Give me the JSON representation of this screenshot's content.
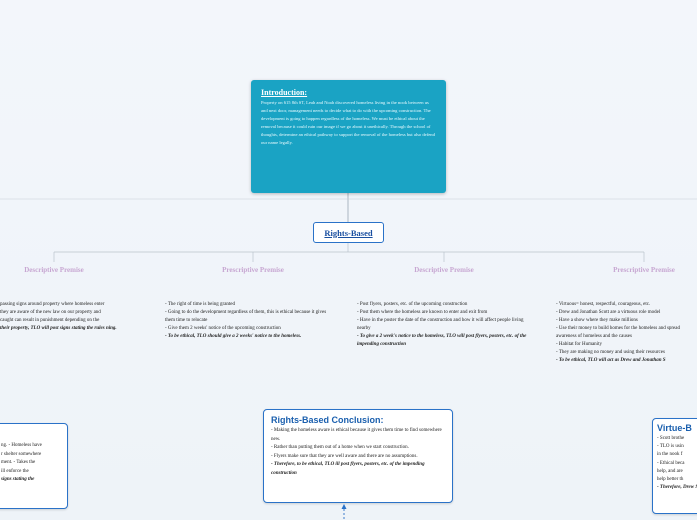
{
  "intro": {
    "title": "Introduction:",
    "body": "Property on 615 8th ST, Leah and Noah discovered homeless living in the nook between us and next door, management needs to decide what to do with the upcoming construction. The development is going to happen regardless of the homeless. We must be ethical about the removal because it could ruin our image if we go about it unethically. Through the school of thoughts, determine an ethical pathway to support the removal of the homeless but also defend our name legally."
  },
  "center_node": {
    "label": "Rights-Based"
  },
  "premises": [
    {
      "label": "Descriptive Premise",
      "lines": [
        "passing signs around property where homeless enter",
        "they are aware of the new law on our property and",
        "caught can result in punishment depending on the"
      ],
      "conclusion": "their property, TLO will post signs stating the rules ning."
    },
    {
      "label": "Prescriptive Premise",
      "lines": [
        "- The right of time is being granted",
        "- Going to do the development regardless of them, this is ethical because it gives them time to relocate",
        "- Give them 2 weeks' notice of the upcoming construction"
      ],
      "conclusion": "- To be ethical, TLO should give a 2 weeks' notice to the homeless."
    },
    {
      "label": "Descriptive Premise",
      "lines": [
        "- Post flyers, posters, etc. of the upcoming construction",
        "- Post them where the homeless are known to enter and exit from",
        "- Have in the poster the date of the construction and how it will affect people living nearby"
      ],
      "conclusion": "- To give a 2 week's notice to the homeless, TLO will post flyers, posters, etc. of the impending construction"
    },
    {
      "label": "Prescriptive Premise",
      "lines": [
        "- Virtuous= honest, respectful, courageous, etc.",
        "- Drew and Jonathan Scott are a virtuous role model",
        "- Have a show where they make millions",
        "- Use their money to build homes for the homeless and spread awareness of homeless and the causes",
        "- Habitat for Humanity",
        "- They are making no money and using their resources"
      ],
      "conclusion": "- To be ethical, TLO will act as Drew and Jonathan S"
    }
  ],
  "left_card": {
    "lines": [
      "ng. - Homeless have",
      "r shelter somewhere",
      "ment. - Takes the",
      "ill enforce the"
    ],
    "conclusion": "signs stating the"
  },
  "rights_conclusion": {
    "title": "Rights-Based Conclusion:",
    "lines": [
      "- Making the homeless aware is ethical because it gives them time to find somewhere new.",
      "- Rather than putting them out of a home when we start construction.",
      "- Flyers make sure that they are well aware and there are no assumptions."
    ],
    "conclusion": "- Therefore, to be ethical, TLO ill post flyers, posters, etc. of the impending construction"
  },
  "virtue_card": {
    "title": "Virtue-B",
    "lines": [
      "- Scott brothe",
      "- TLO is usin",
      "in the nook f",
      "- Ethical beca",
      "help, and are",
      "help better th"
    ],
    "conclusion": "- Therefore, Drew Scott"
  },
  "colors": {
    "intro_bg": "#1aa3c4",
    "node_border": "#2a72c8",
    "premise_label": "#c7a6d2",
    "heading_blue": "#1a5fae"
  }
}
